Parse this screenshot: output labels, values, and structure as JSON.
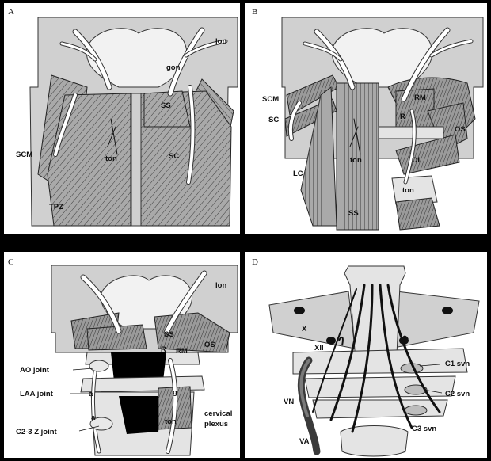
{
  "panels": [
    {
      "id": "A",
      "letter": "A",
      "labels": {
        "lon": "lon",
        "gon": "gon",
        "ss": "SS",
        "scm": "SCM",
        "ton": "ton",
        "sc": "SC",
        "tpz": "TPZ"
      }
    },
    {
      "id": "B",
      "letter": "B",
      "labels": {
        "scm": "SCM",
        "sc": "SC",
        "r": "R",
        "rm": "RM",
        "os": "OS",
        "oi": "OI",
        "lc": "LC",
        "ton": "ton",
        "ton2": "ton",
        "ss": "SS"
      }
    },
    {
      "id": "C",
      "letter": "C",
      "labels": {
        "lon": "lon",
        "ss": "SS",
        "os": "OS",
        "r": "R",
        "rm": "RM",
        "ao_joint": "AO joint",
        "laa_joint": "LAA joint",
        "a1": "a",
        "a2": "a",
        "g": "g",
        "ton": "ton",
        "cervical": "cervical",
        "plexus": "plexus",
        "c23": "C2-3 Z joint"
      }
    },
    {
      "id": "D",
      "letter": "D",
      "labels": {
        "x": "X",
        "xii": "XII",
        "c1svn": "C1 svn",
        "c2svn": "C2 svn",
        "c3svn": "C3 svn",
        "vn": "VN",
        "va": "VA"
      }
    }
  ],
  "colors": {
    "muscle_hatch": "#8a8a8a",
    "bone": "#d0d0d0",
    "nerve": "#ffffff",
    "background": "#000000"
  }
}
